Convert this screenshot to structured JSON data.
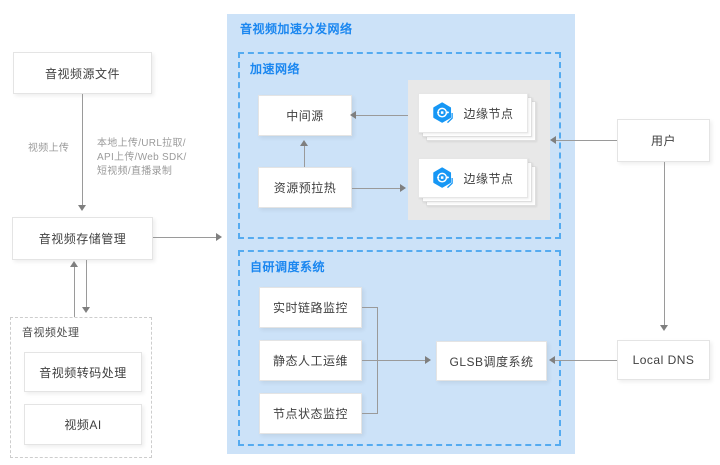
{
  "diagram_title": "音视频加速分发网络",
  "colors": {
    "accent_blue": "#1b87f0",
    "dashed_border_blue": "#55abf0",
    "network_panel_bg": "#cce2f8",
    "node_panel_bg": "#e8e8e8",
    "icon_blue": "#1697f5",
    "arrow_gray": "#9a9a9a",
    "text_dark": "#404040",
    "text_gray": "#9b9b9b"
  },
  "left_flow": {
    "source_box": "音视频源文件",
    "upload_arrow_label": "视频上传",
    "upload_methods_lines": [
      "本地上传/URL拉取/",
      "API上传/Web SDK/",
      "短视频/直播录制"
    ],
    "storage_box": "音视频存储管理",
    "processing_group": {
      "title": "音视频处理",
      "transcode_box": "音视频转码处理",
      "video_ai_box": "视频AI"
    }
  },
  "acceleration_network": {
    "title": "加速网络",
    "mid_source_box": "中间源",
    "prewarm_box": "资源预拉热",
    "edge_node_cards": [
      {
        "label": "边缘节点"
      },
      {
        "label": "边缘节点"
      }
    ]
  },
  "scheduling_system": {
    "title": "自研调度系统",
    "monitor_boxes": [
      "实时链路监控",
      "静态人工运维",
      "节点状态监控"
    ],
    "glsb_box": "GLSB调度系统"
  },
  "right_flow": {
    "user_box": "用户",
    "local_dns_box": "Local DNS"
  }
}
